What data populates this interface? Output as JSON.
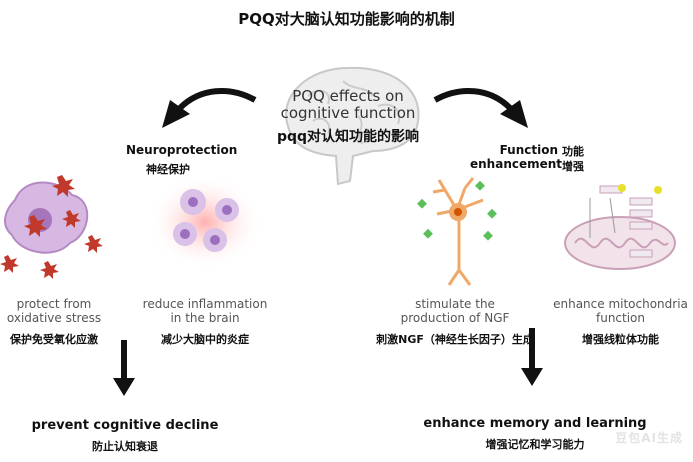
{
  "title": "PQQ对大脑认知功能影响的机制",
  "center": {
    "en_line1": "PQQ effects on",
    "en_line2": "cognitive function",
    "zh": "pqq对认知功能的影响"
  },
  "neuroprotection": {
    "en": "Neuroprotection",
    "zh": "神经保护",
    "items": [
      {
        "en1": "protect from",
        "en2": "oxidative stress",
        "zh": "保护免受氧化应激"
      },
      {
        "en1": "reduce inflammation",
        "en2": "in the brain",
        "zh": "减少大脑中的炎症"
      }
    ],
    "result_en": "prevent cognitive decline",
    "result_zh": "防止认知衰退"
  },
  "function_enhancement": {
    "en1": "Function",
    "en2": "enhancement",
    "zh1": "功能",
    "zh2": "增强",
    "items": [
      {
        "en1": "stimulate the",
        "en2": "production of NGF",
        "zh": "刺激NGF（神经生长因子）生成"
      },
      {
        "en1": "enhance mitochondria",
        "en2": "function",
        "zh": "增强线粒体功能"
      }
    ],
    "result_en": "enhance memory and learning",
    "result_zh": "增强记忆和学习能力"
  },
  "watermark": "豆包AI生成",
  "colors": {
    "arrow": "#111111",
    "stress": "#c0392b",
    "cell": "#b58ac4",
    "inflammation": "#ff6f6f",
    "neuron": "#f0a868",
    "mito": "#c9a0b8"
  }
}
